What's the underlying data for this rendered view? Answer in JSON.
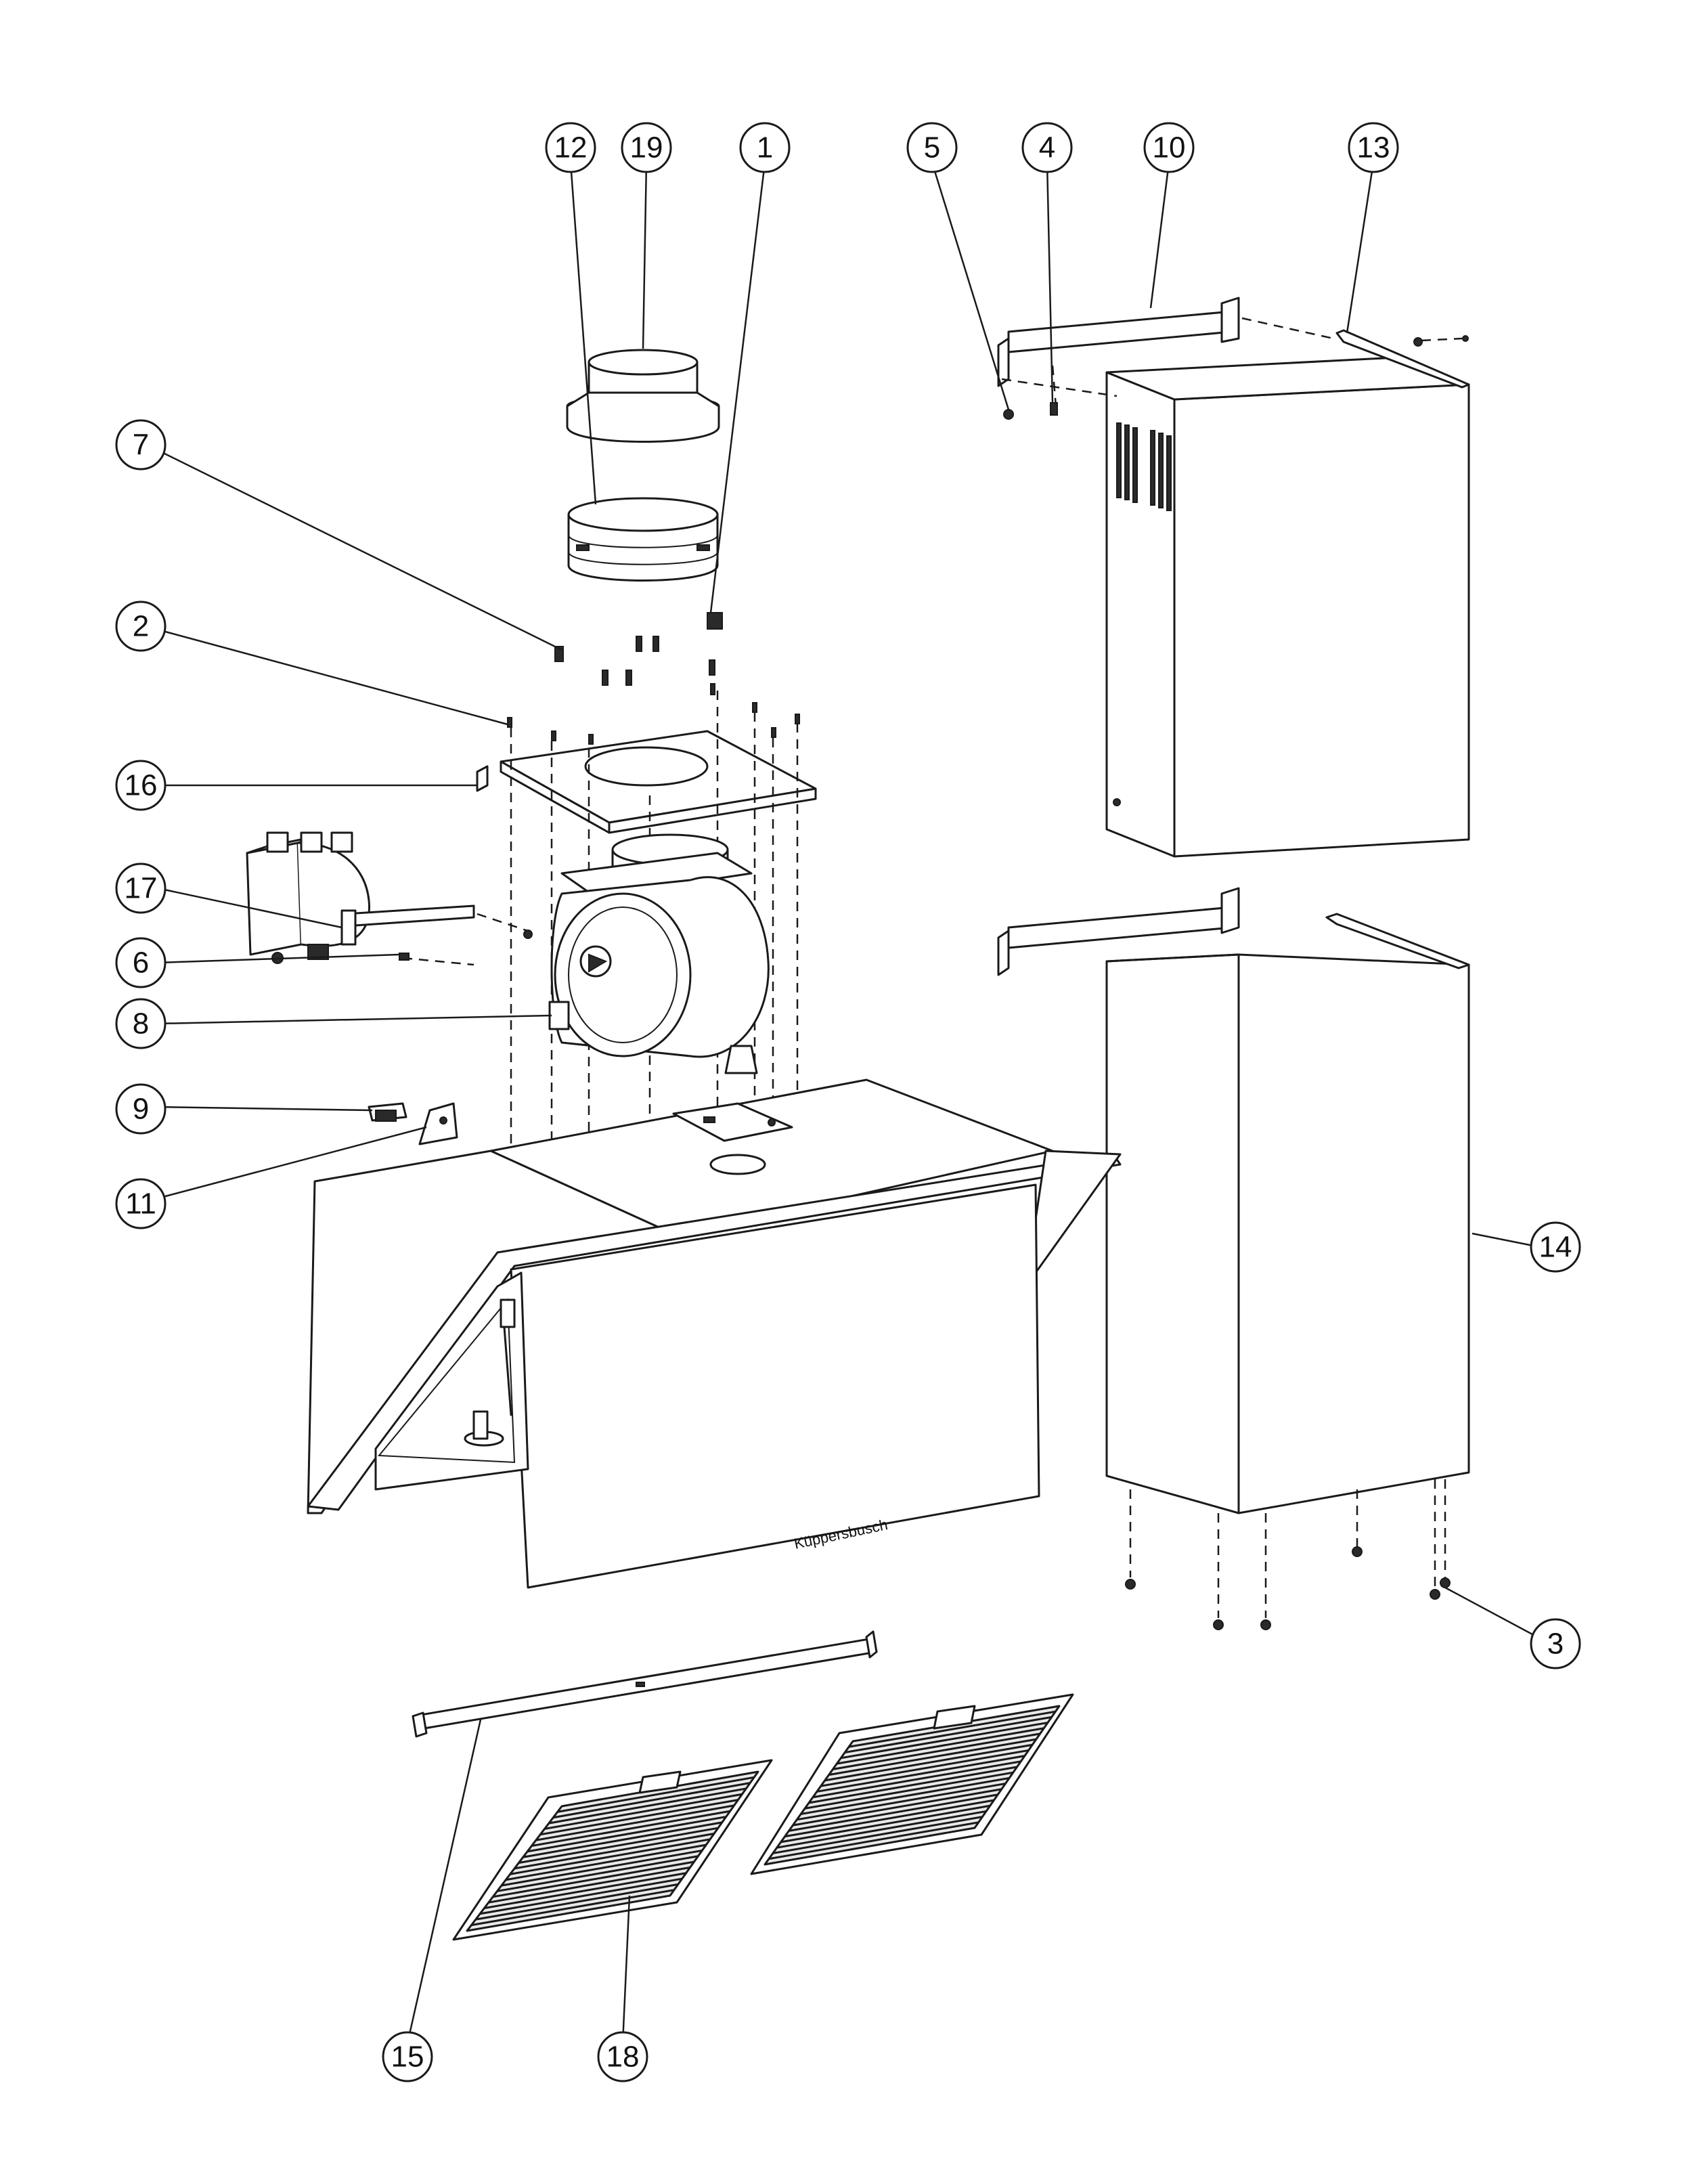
{
  "brand_text": "Küppersbusch",
  "colors": {
    "line": "#1a1a1a",
    "background": "#ffffff",
    "panel": "#e9e9e9"
  },
  "callouts": [
    {
      "label": "1"
    },
    {
      "label": "2"
    },
    {
      "label": "3"
    },
    {
      "label": "4"
    },
    {
      "label": "5"
    },
    {
      "label": "6"
    },
    {
      "label": "7"
    },
    {
      "label": "8"
    },
    {
      "label": "9"
    },
    {
      "label": "10"
    },
    {
      "label": "11"
    },
    {
      "label": "12"
    },
    {
      "label": "13"
    },
    {
      "label": "14"
    },
    {
      "label": "15"
    },
    {
      "label": "16"
    },
    {
      "label": "17"
    },
    {
      "label": "18"
    },
    {
      "label": "19"
    }
  ]
}
